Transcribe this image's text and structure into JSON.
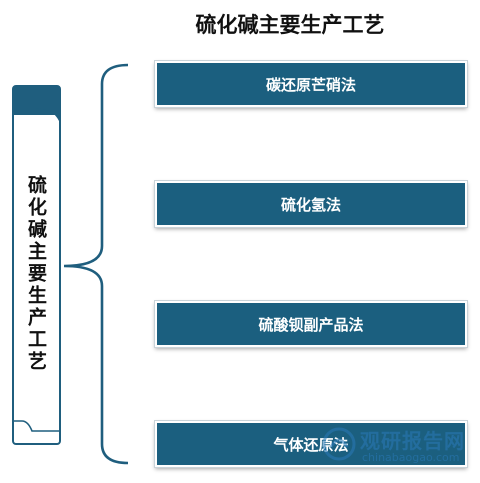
{
  "title": "硫化碱主要生产工艺",
  "root": {
    "label": "硫化碱主要生产工艺"
  },
  "branches": [
    {
      "label": "碳还原芒硝法"
    },
    {
      "label": "硫化氢法"
    },
    {
      "label": "硫酸钡副产品法"
    },
    {
      "label": "气体还原法"
    }
  ],
  "colors": {
    "box": "#1b5f7f",
    "accent": "#1f5e7e",
    "text_on_box": "#ffffff"
  },
  "watermark": {
    "brand": "观研报告网",
    "url": "chinabaogao.com"
  }
}
